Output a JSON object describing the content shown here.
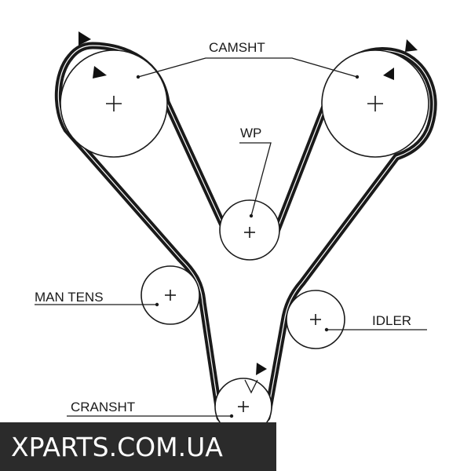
{
  "labels": {
    "camshaft": "CAMSHT",
    "water_pump": "WP",
    "manual_tensioner": "MAN TENS",
    "idler": "IDLER",
    "crankshaft": "CRANSHT"
  },
  "watermark": "XPARTS.COM.UA",
  "icons": [
    "timing-mark-arrow-icon",
    "pulley-center-cross-icon"
  ]
}
